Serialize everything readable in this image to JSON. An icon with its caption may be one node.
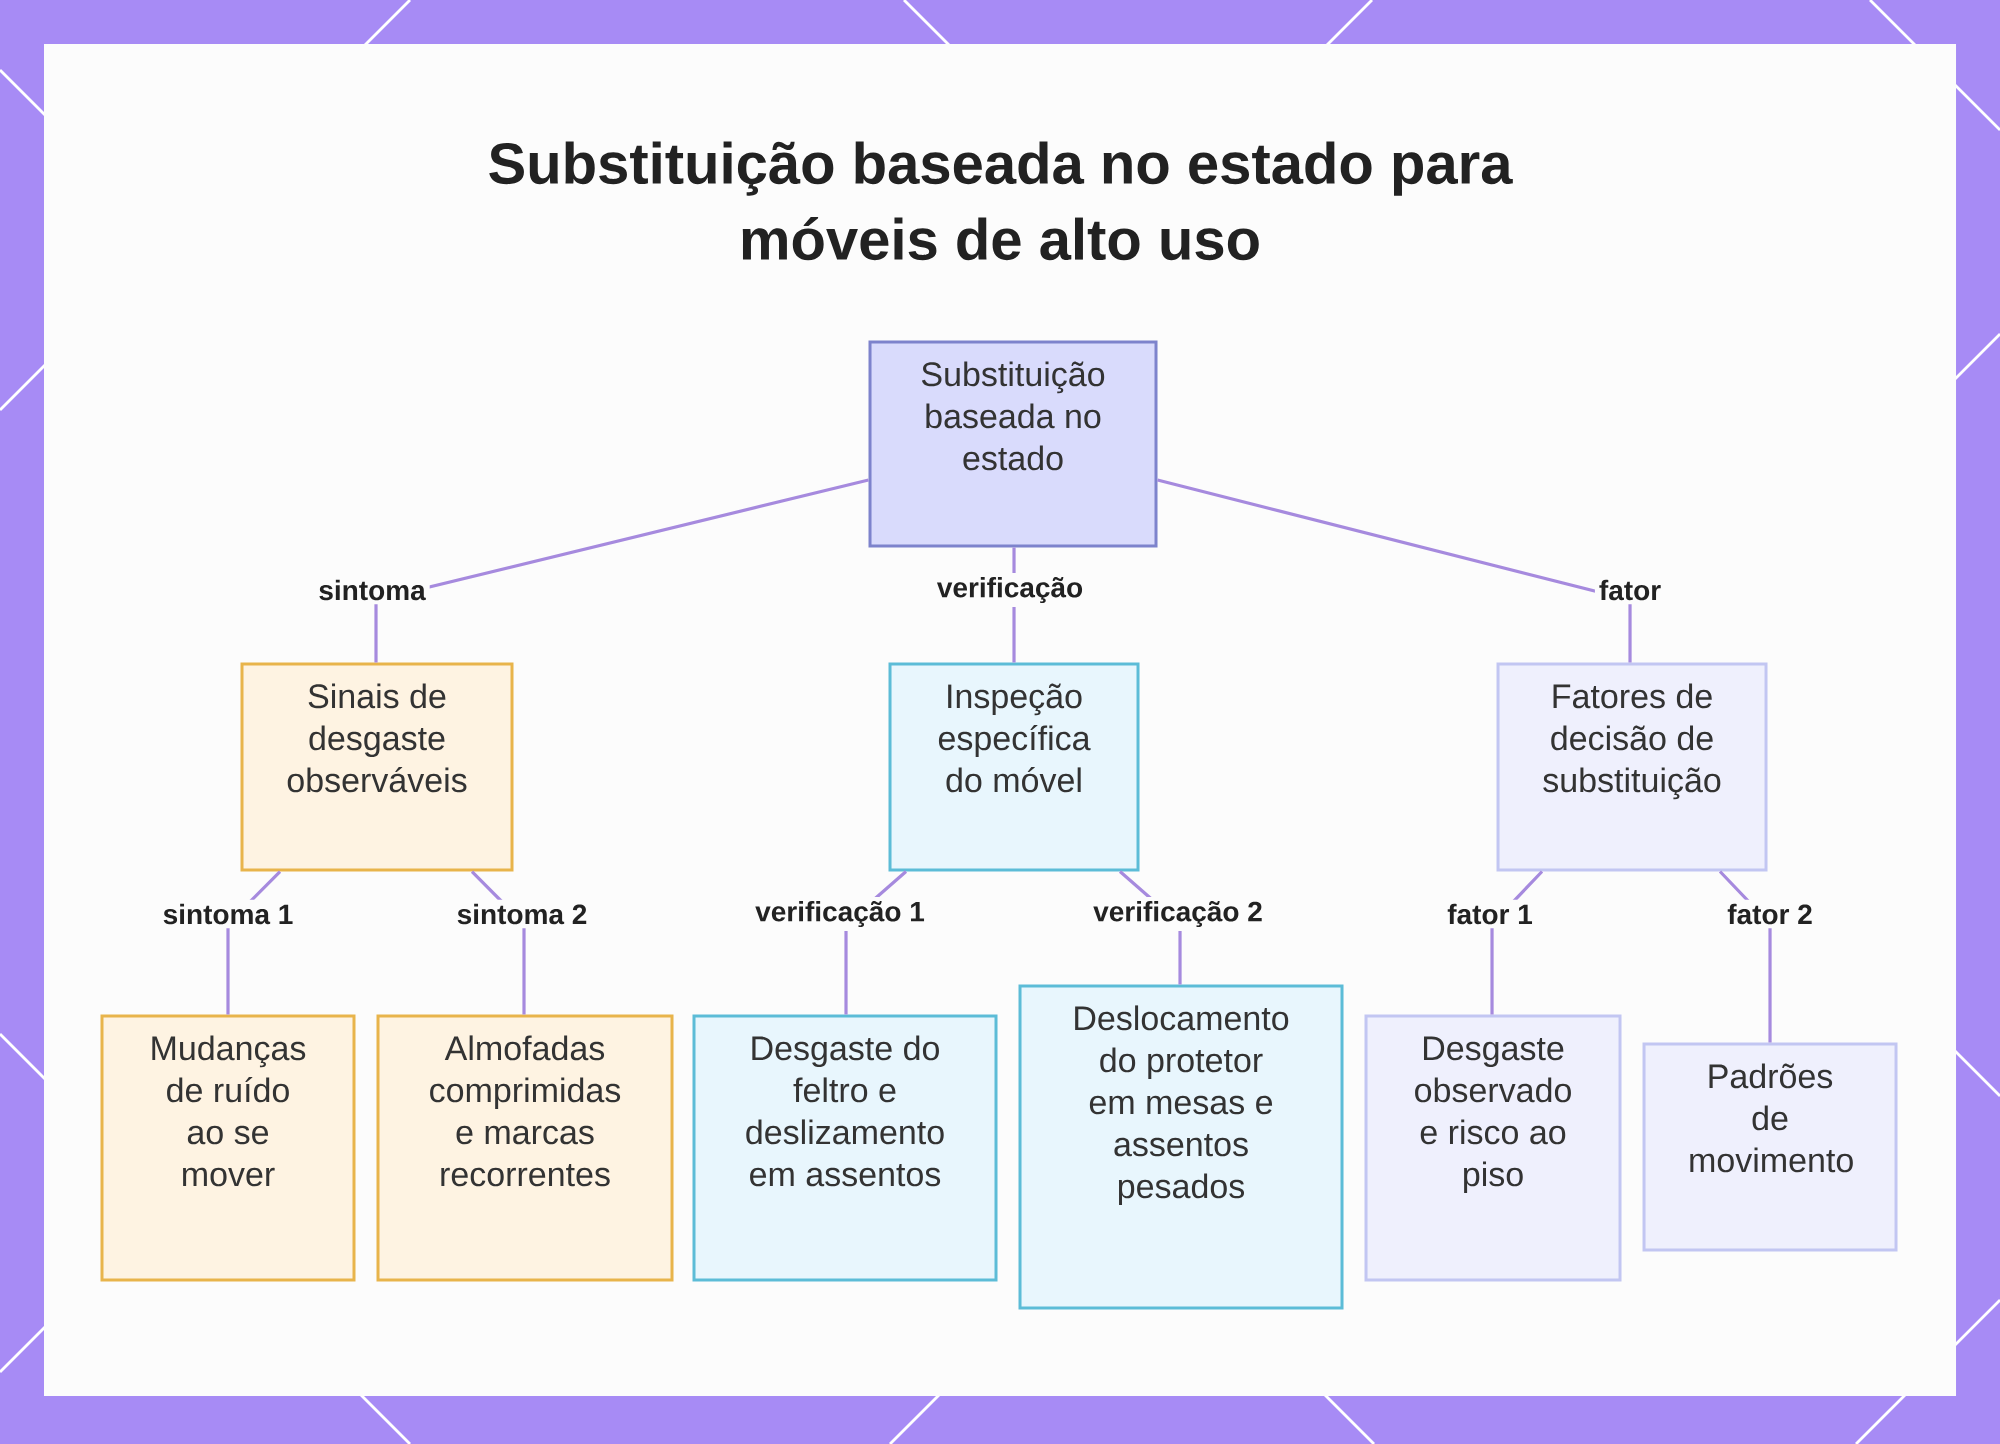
{
  "diagram": {
    "title": "Substituição baseada no estado para móveis de alto uso",
    "nodes": [
      {
        "text": [
          "Substituição baseada no estado"
        ]
      },
      {
        "text": [
          "Sinais de desgaste observáveis"
        ]
      },
      {
        "text": [
          "Inspeção específica do móvel"
        ]
      },
      {
        "text": [
          "Fatores de decisão de substituição"
        ]
      },
      {
        "text": [
          "Mudanças de ruído ao se mover"
        ]
      },
      {
        "text": [
          "Almofadas comprimidas e marcas recorrentes"
        ]
      },
      {
        "text": [
          "Desgaste do feltro e deslizamento em assentos"
        ]
      },
      {
        "text": [
          "Deslocamento do protetor em mesas e assentos pesados"
        ]
      },
      {
        "text": [
          "Desgaste observado e risco ao piso"
        ]
      },
      {
        "text": [
          "Padrões de movimento"
        ]
      }
    ],
    "edges": [
      {
        "from": 0,
        "to": 1,
        "arrow": "none",
        "label": "sintoma"
      },
      {
        "from": 0,
        "to": 2,
        "arrow": "none",
        "label": "verificação"
      },
      {
        "from": 0,
        "to": 3,
        "arrow": "none",
        "label": "fator"
      },
      {
        "from": 1,
        "to": 4,
        "arrow": "none",
        "label": "sintoma 1"
      },
      {
        "from": 1,
        "to": 5,
        "arrow": "none",
        "label": "sintoma 2"
      },
      {
        "from": 2,
        "to": 6,
        "arrow": "none",
        "label": "verificação 1"
      },
      {
        "from": 2,
        "to": 7,
        "arrow": "none",
        "label": "verificação 2"
      },
      {
        "from": 3,
        "to": 8,
        "arrow": "none",
        "label": "fator 1"
      },
      {
        "from": 3,
        "to": 9,
        "arrow": "none",
        "label": "fator 2"
      }
    ]
  }
}
